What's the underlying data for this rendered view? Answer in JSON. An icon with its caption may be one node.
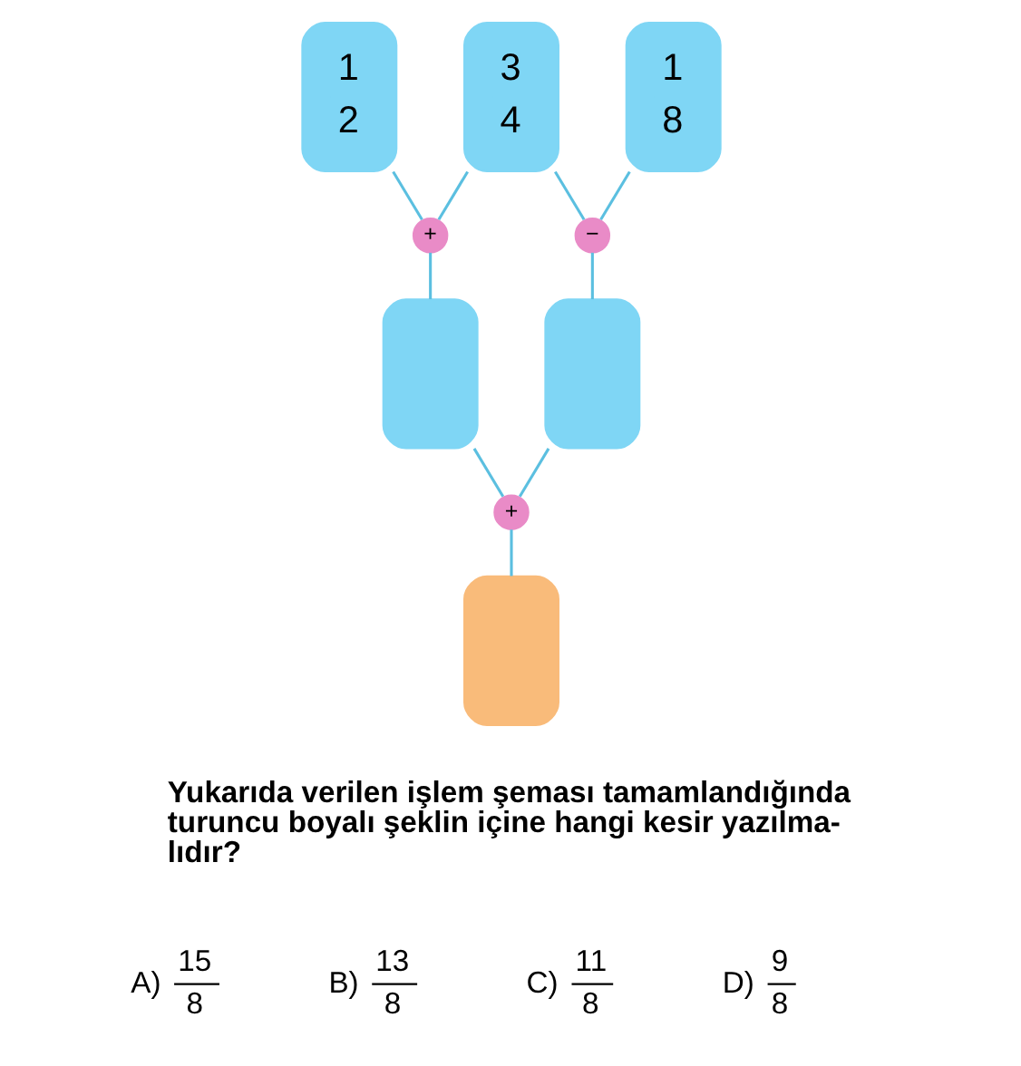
{
  "diagram": {
    "nodes": [
      {
        "text": [
          "1",
          "2"
        ]
      },
      {
        "text": [
          "3",
          "4"
        ]
      },
      {
        "text": [
          "1",
          "8"
        ]
      },
      {
        "text": [
          "+"
        ]
      },
      {
        "text": [
          "−"
        ]
      },
      {
        "text": [],
        "shape": "box"
      },
      {
        "text": [],
        "shape": "box"
      },
      {
        "text": [
          "+"
        ]
      },
      {
        "text": [],
        "shape": "box"
      }
    ],
    "edges": [
      {
        "from": 0,
        "to": 3,
        "arrow": "none"
      },
      {
        "from": 1,
        "to": 3,
        "arrow": "none"
      },
      {
        "from": 1,
        "to": 4,
        "arrow": "none"
      },
      {
        "from": 2,
        "to": 4,
        "arrow": "none"
      },
      {
        "from": 3,
        "to": 5,
        "arrow": "none"
      },
      {
        "from": 4,
        "to": 6,
        "arrow": "none"
      },
      {
        "from": 5,
        "to": 7,
        "arrow": "none"
      },
      {
        "from": 6,
        "to": 7,
        "arrow": "none"
      },
      {
        "from": 7,
        "to": 8,
        "arrow": "none"
      }
    ],
    "labels": [
      "Yukarıda verilen işlem şeması tamamlandığında turuncu boyalı şeklin içine hangi kesir yazılma- lıdır?",
      "A)",
      "15",
      "8",
      "B)",
      "13",
      "8",
      "C)",
      "11",
      "8",
      "D)",
      "9",
      "8"
    ]
  }
}
